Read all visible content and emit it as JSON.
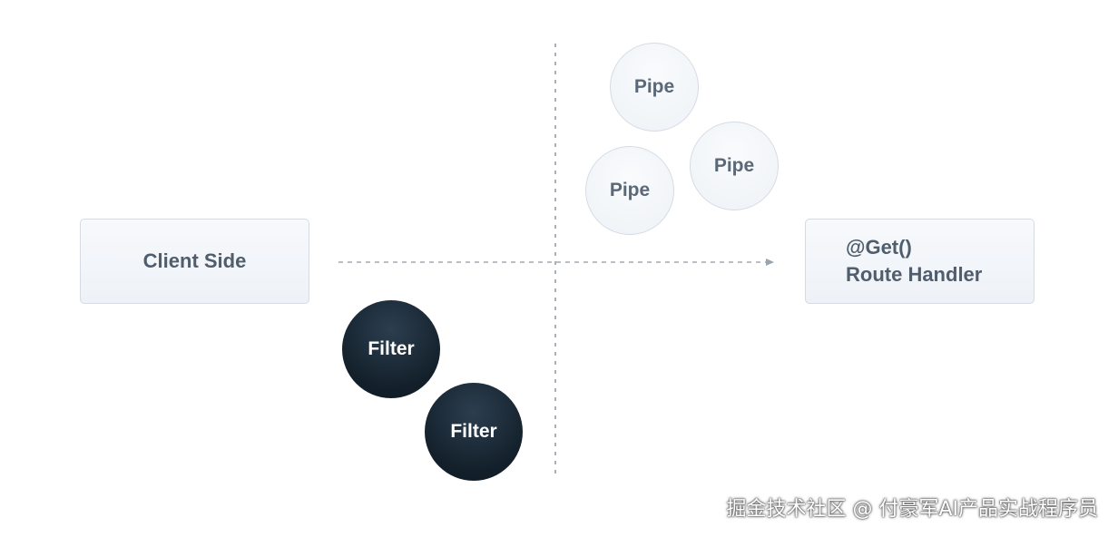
{
  "diagram": {
    "client": {
      "label": "Client Side"
    },
    "handler": {
      "line1": "@Get()",
      "line2": "Route Handler"
    },
    "pipes": [
      "Pipe",
      "Pipe",
      "Pipe"
    ],
    "filters": [
      "Filter",
      "Filter"
    ],
    "colors": {
      "box_fill": "#eef2f7",
      "box_border": "#d4dbe4",
      "pipe_fill": "#f3f6f9",
      "filter_fill": "#13202b",
      "connector": "#9aa4ae"
    }
  },
  "watermark": {
    "text": "掘金技术社区 @ 付豪军AI产品实战程序员"
  }
}
